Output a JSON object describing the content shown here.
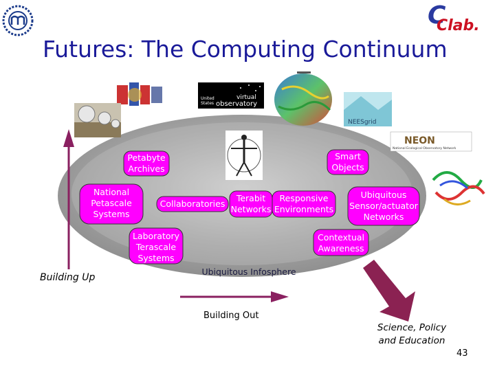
{
  "slide": {
    "title": "Futures: The Computing Continuum",
    "page_number": "43"
  },
  "logos": {
    "left_logo_icon": "university-seal-icon",
    "right_logo_text": "Clab.",
    "right_logo_initial": "C",
    "neon_text": "NEON",
    "neon_subtitle": "National Ecological Observatory Network",
    "usvo_line1": "United",
    "usvo_line2": "States",
    "usvo_word1": "virtual",
    "usvo_word2": "observatory",
    "nees_text": "NEESgrid"
  },
  "nodes": {
    "petabyte": "Petabyte\nArchives",
    "smart_objects": "Smart\nObjects",
    "national_petascale": "National\nPetascale\nSystems",
    "collaboratories": "Collaboratories",
    "terabit_networks": "Terabit\nNetworks",
    "responsive_env": "Responsive\nEnvironments",
    "ubiquitous_sensor": "Ubiquitous\nSensor/actuator\nNetworks",
    "lab_terascale": "Laboratory\nTerascale\nSystems",
    "contextual": "Contextual\nAwareness",
    "infosphere": "Ubiquitous Infosphere"
  },
  "annotations": {
    "building_up": "Building Up",
    "building_out": "Building Out",
    "science": "Science, Policy\nand Education"
  },
  "colors": {
    "title": "#1a1a99",
    "ellipse": "#9b9b9b",
    "node_fill": "#ff00ff",
    "arrow_up": "#8a2060",
    "arrow_diag": "#8b2252"
  }
}
